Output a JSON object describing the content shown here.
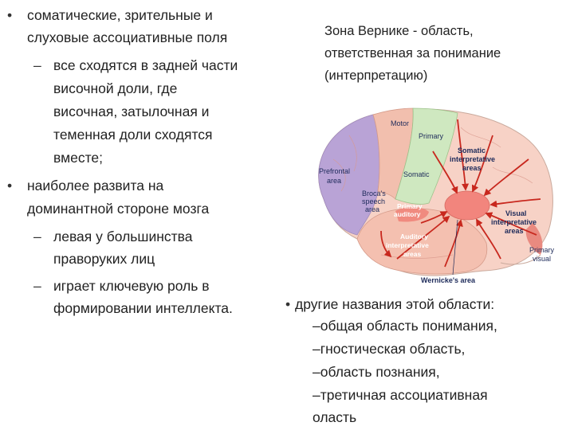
{
  "left_list": {
    "bullet_symbol": "•",
    "dash_symbol": "–",
    "item1_lines": [
      "соматические, зрительные и",
      "слуховые ассоциативные поля"
    ],
    "item1_sub_lines": [
      "все сходятся в задней части",
      "височной доли, где",
      "височная, затылочная и",
      "теменная доли сходятся",
      "вместе;"
    ],
    "item2_lines": [
      "наиболее развита на",
      "доминантной стороне мозга"
    ],
    "item2_sub1_lines": [
      "левая у большинства",
      "праворуких лиц"
    ],
    "item2_sub2_lines": [
      "играет ключевую роль в",
      "формировании интеллекта."
    ]
  },
  "wernicke_caption": [
    "Зона Вернике  - область,",
    "ответственная за понимание",
    "(интерпретацию)"
  ],
  "diagram_labels": {
    "motor": "Motor",
    "primary": "Primary",
    "somatic_interp": [
      "Somatic",
      "interpretative",
      "areas"
    ],
    "prefrontal": [
      "Prefrontal",
      "area"
    ],
    "somatic": "Somatic",
    "broca": [
      "Broca's",
      "speech",
      "area"
    ],
    "primary_auditory": [
      "Primary",
      "auditory"
    ],
    "visual_interp": [
      "Visual",
      "interpretative",
      "areas"
    ],
    "auditory_interp": [
      "Auditory",
      "interpretative",
      "areas"
    ],
    "primary_visual": [
      "Primary",
      "visual"
    ],
    "wernicke_area": "Wernicke's area"
  },
  "right_list": {
    "bullet_symbol": "•",
    "intro": "другие названия этой области:",
    "items": [
      "–общая область понимания,",
      "–гностическая область,",
      "–область познания,",
      "–третичная ассоциативная"
    ],
    "item4_cont": "оласть"
  },
  "colors": {
    "text": "#222222",
    "prefrontal": "#b9a3d6",
    "motor": "#f6c9b8",
    "primary_green": "#cfe8c0",
    "cortex": "#f7d2c6",
    "wernicke": "#f2857d",
    "arrows": "#c8281e"
  }
}
